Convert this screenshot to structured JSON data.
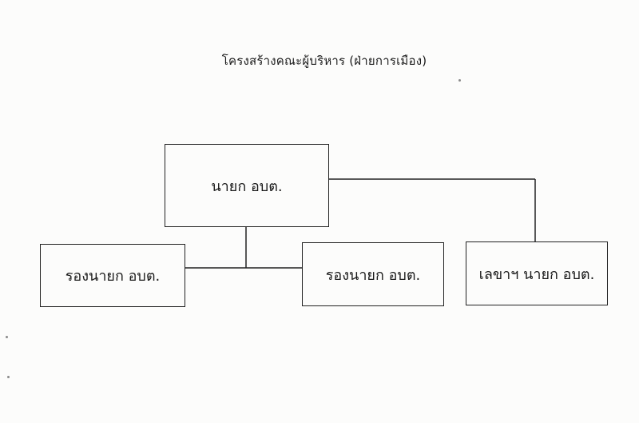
{
  "chart": {
    "title": "โครงสร้างคณะผู้บริหาร (ฝ่ายการเมือง)",
    "nodes": [
      {
        "id": "mayor",
        "label": "นายก อบต."
      },
      {
        "id": "deputy1",
        "label": "รองนายก อบต."
      },
      {
        "id": "deputy2",
        "label": "รองนายก อบต."
      },
      {
        "id": "secretary",
        "label": "เลขาฯ นายก อบต."
      }
    ]
  },
  "colors": {
    "line": "#222222",
    "paper": "#fcfcfb"
  }
}
